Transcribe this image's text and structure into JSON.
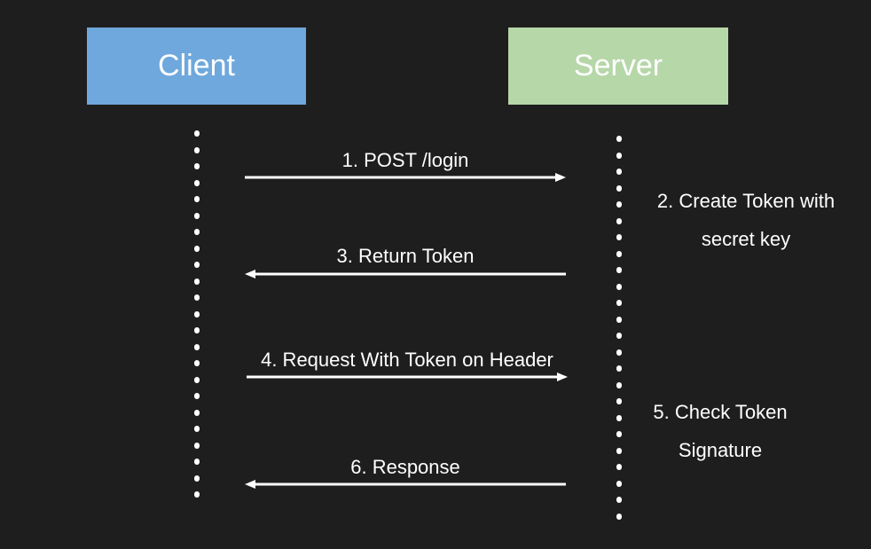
{
  "participants": {
    "client": {
      "label": "Client",
      "color": "#6fa8dc"
    },
    "server": {
      "label": "Server",
      "color": "#b6d7a8"
    }
  },
  "messages": [
    {
      "label": "1. POST /login",
      "direction": "client-to-server"
    },
    {
      "label": "3. Return Token",
      "direction": "server-to-client"
    },
    {
      "label": "4. Request With Token on Header",
      "direction": "client-to-server"
    },
    {
      "label": "6. Response",
      "direction": "server-to-client"
    }
  ],
  "notes": [
    {
      "line1": "2. Create Token with",
      "line2": "secret key"
    },
    {
      "line1": "5. Check Token",
      "line2": "Signature"
    }
  ]
}
